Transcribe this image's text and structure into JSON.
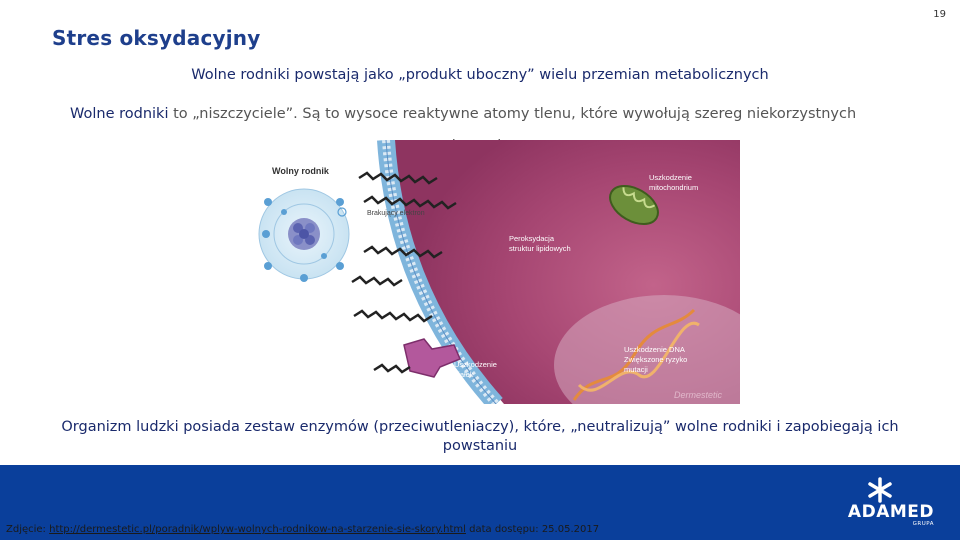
{
  "page_number": "19",
  "title": "Stres oksydacyjny",
  "line1": "Wolne rodniki powstają jako „produkt uboczny” wielu przemian metabolicznych",
  "line2": {
    "strong": "Wolne rodniki",
    "rest": " to „niszczyciele”. Są to wysoce reaktywne atomy tlenu, które wywołują szereg niekorzystnych",
    "cont": "zmian m.in.:"
  },
  "figure": {
    "label_radical": "Wolny rodnik",
    "label_electron": "Brakujący elektron",
    "label_mito_1": "Uszkodzenie",
    "label_mito_2": "mitochondrium",
    "label_lipid_1": "Peroksydacja",
    "label_lipid_2": "struktur lipidowych",
    "label_protein_1": "Uszkodzenie",
    "label_protein_2": "białek",
    "label_dna_1": "Uszkodzenie DNA",
    "label_dna_2": "Zwiększone ryzyko",
    "label_dna_3": "mutacji",
    "watermark": "Dermestetic"
  },
  "conclusion": "Organizm ludzki posiada zestaw enzymów (przeciwutleniaczy), które, „neutralizują” wolne rodniki i zapobiegają ich powstaniu",
  "source": {
    "prefix": "Zdjęcie: ",
    "link": "http://dermestetic.pl/poradnik/wplyw-wolnych-rodnikow-na-starzenie-sie-skory.html",
    "suffix": " data dostępu: 25.05.2017"
  },
  "logo": {
    "name": "ADAMED",
    "sub": "GRUPA",
    "icon": "asterisk-logo-icon"
  },
  "colors": {
    "title": "#1e3f8c",
    "footer": "#0a3f9b",
    "cell_interior": "#a0466a"
  }
}
